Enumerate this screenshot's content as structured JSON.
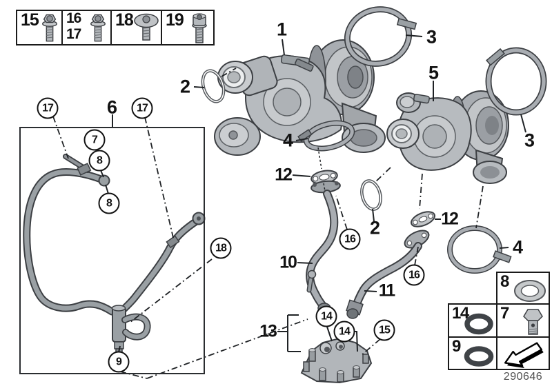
{
  "doc": {
    "number": "290646"
  },
  "colors": {
    "line": "#1f2225",
    "metal": "#b4b8bc",
    "metal_dark": "#888d92",
    "metal_light": "#d7d9db",
    "oring_dark": "#3f4347",
    "washer_light": "#c6c9cb"
  },
  "top_legend": {
    "cells": [
      {
        "labels": [
          "15"
        ],
        "icon": "flange-bolt"
      },
      {
        "labels": [
          "16",
          "17"
        ],
        "icon": "flange-bolt"
      },
      {
        "labels": [
          "18"
        ],
        "icon": "pan-head-screw"
      },
      {
        "labels": [
          "19"
        ],
        "icon": "socket-head-bolt"
      }
    ]
  },
  "bottom_legend": {
    "cells": [
      {
        "label": "8",
        "icon": "sealing-washer"
      },
      {
        "label": "14",
        "icon": "o-ring"
      },
      {
        "label": "7",
        "icon": "banjo-bolt"
      },
      {
        "label": "9",
        "icon": "o-ring"
      },
      {
        "label": "",
        "icon": "direction-arrow"
      }
    ]
  },
  "callouts": {
    "plain": [
      {
        "label": "1"
      },
      {
        "label": "2"
      },
      {
        "label": "2"
      },
      {
        "label": "3"
      },
      {
        "label": "3"
      },
      {
        "label": "4"
      },
      {
        "label": "4"
      },
      {
        "label": "5"
      },
      {
        "label": "6"
      },
      {
        "label": "10"
      },
      {
        "label": "11"
      },
      {
        "label": "12"
      },
      {
        "label": "12"
      },
      {
        "label": "13"
      }
    ],
    "circled": [
      {
        "label": "17"
      },
      {
        "label": "17"
      },
      {
        "label": "7"
      },
      {
        "label": "8"
      },
      {
        "label": "8"
      },
      {
        "label": "18"
      },
      {
        "label": "16"
      },
      {
        "label": "16"
      },
      {
        "label": "9"
      },
      {
        "label": "14"
      },
      {
        "label": "14"
      },
      {
        "label": "15"
      }
    ]
  }
}
